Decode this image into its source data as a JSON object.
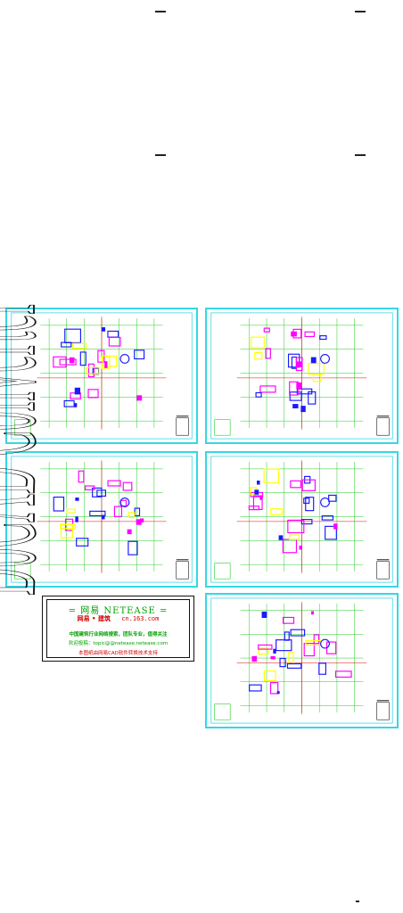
{
  "viewer": {
    "sheets": [
      {
        "id": "plan-1"
      },
      {
        "id": "plan-2"
      },
      {
        "id": "plan-3"
      },
      {
        "id": "plan-4"
      },
      {
        "id": "plan-5"
      }
    ]
  },
  "notice_card": {
    "title": "= 网易 NETEASE =",
    "brand": "网易 • 建筑",
    "url": "cn.163.com",
    "line1": "中国建筑行业网络搜索，团队专业，值得关注",
    "line2": "欢迎投稿：topic@@netease.netease.com",
    "line3": "本图纸由网易CAD软件转换技术支持"
  },
  "watermark": {
    "text": "DoCAD Converter"
  },
  "colors": {
    "sheet_border": "#35d7e6",
    "wall_green": "#22cc22",
    "wall_blue": "#1a1aff",
    "accent_magenta": "#ff00ff",
    "accent_red": "#e00000",
    "accent_yellow": "#ffff00"
  }
}
